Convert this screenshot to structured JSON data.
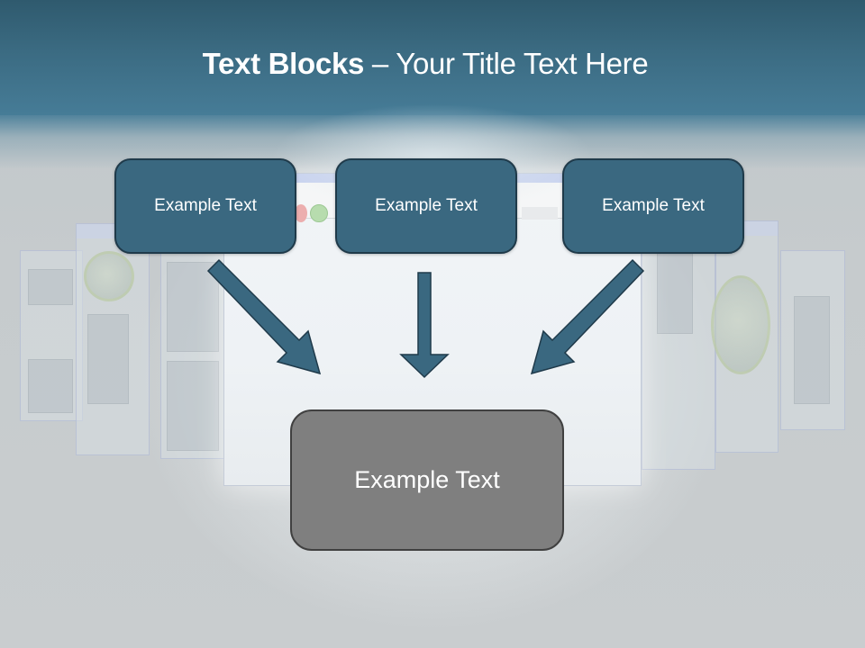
{
  "slide": {
    "title_bold": "Text Blocks",
    "title_separator": " – ",
    "title_regular": "Your Title Text Here"
  },
  "diagram": {
    "top_boxes": [
      {
        "label": "Example Text"
      },
      {
        "label": "Example Text"
      },
      {
        "label": "Example Text"
      }
    ],
    "arrows": [
      {
        "direction": "down-right",
        "from": "top_boxes.0",
        "to": "result_box"
      },
      {
        "direction": "down",
        "from": "top_boxes.1",
        "to": "result_box"
      },
      {
        "direction": "down-left",
        "from": "top_boxes.2",
        "to": "result_box"
      }
    ],
    "result_box": {
      "label": "Example Text"
    }
  },
  "colors": {
    "header": "#3b6b82",
    "box_fill": "#3a6880",
    "box_border": "#1f3a4a",
    "arrow_fill": "#3a6880",
    "result_fill": "#7f7f7f",
    "result_border": "#404040",
    "text": "#ffffff"
  }
}
